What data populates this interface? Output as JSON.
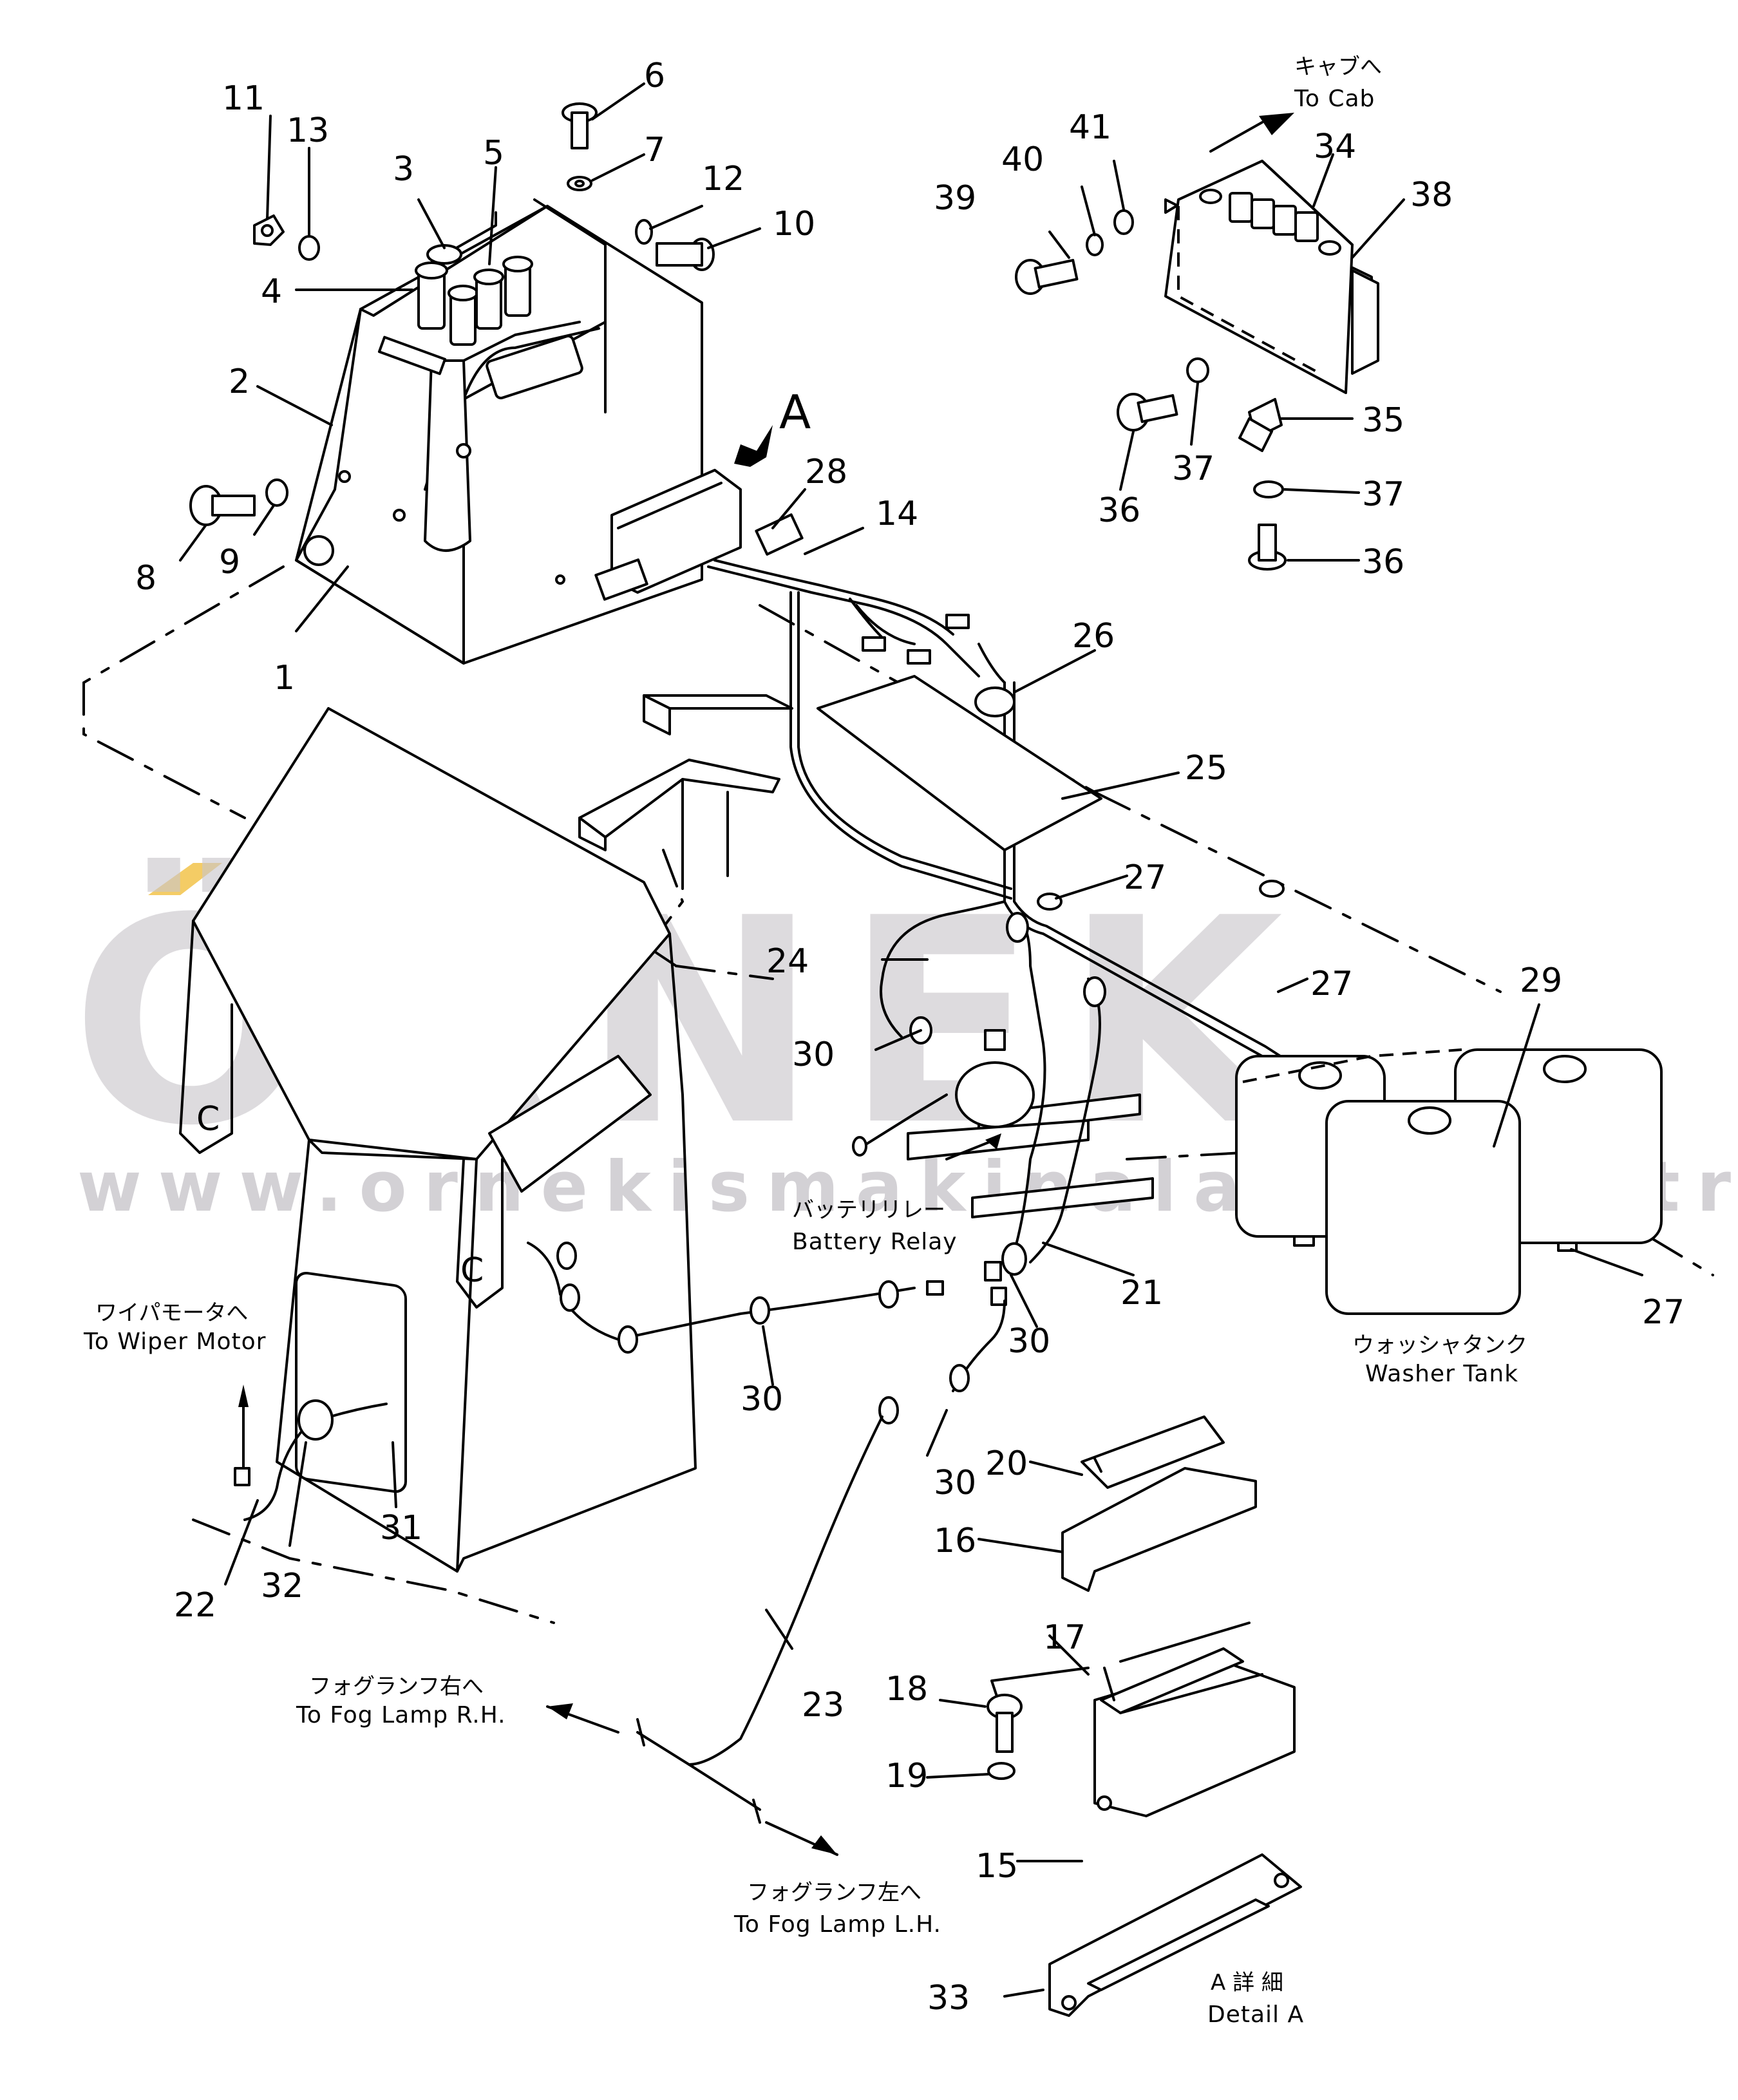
{
  "watermark": {
    "brand": "ÖRNEK",
    "url": "www.ornekismakinalari.com.tr",
    "accent_color": "#f2c34a",
    "gray_color": "#c9c6cb"
  },
  "detail_marker": "A",
  "callouts": [
    "1",
    "2",
    "3",
    "4",
    "5",
    "6",
    "7",
    "8",
    "9",
    "10",
    "11",
    "12",
    "13",
    "14",
    "15",
    "16",
    "17",
    "18",
    "19",
    "20",
    "21",
    "22",
    "23",
    "24",
    "25",
    "26",
    "27",
    "28",
    "29",
    "30",
    "31",
    "32",
    "33",
    "34",
    "35",
    "36",
    "37",
    "38",
    "39",
    "40",
    "41"
  ],
  "labels": {
    "to_cab": {
      "jp": "キャブへ",
      "en": "To Cab"
    },
    "to_wiper_motor": {
      "jp": "ワイパモータへ",
      "en": "To Wiper Motor"
    },
    "battery_relay": {
      "jp": "バッテリリレー",
      "en": "Battery Relay"
    },
    "washer_tank": {
      "jp": "ウォッシャタンク",
      "en": "Washer Tank"
    },
    "to_fog_lamp_rh": {
      "jp": "フォグランフ右へ",
      "en": "To Fog Lamp R.H."
    },
    "to_fog_lamp_lh": {
      "jp": "フォグランフ左へ",
      "en": "To Fog Lamp L.H."
    },
    "detail_a": {
      "jp": "A 詳 細",
      "en": "Detail A"
    }
  }
}
